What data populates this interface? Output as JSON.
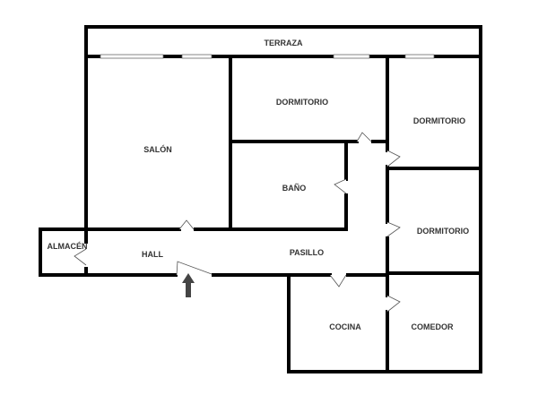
{
  "plan": {
    "rooms": {
      "terraza": "TERRAZA",
      "salon": "SALÓN",
      "dormitorio_1": "DORMITORIO",
      "dormitorio_2": "DORMITORIO",
      "dormitorio_3": "DORMITORIO",
      "bano": "BAÑO",
      "almacen": "ALMACÉN",
      "hall": "HALL",
      "pasillo": "PASILLO",
      "cocina": "COCINA",
      "comedor": "COMEDOR"
    },
    "colors": {
      "wall": "#000000",
      "label": "#333333",
      "entry_arrow": "#444444"
    },
    "icons": {
      "entry": "entry-arrow-icon"
    }
  }
}
